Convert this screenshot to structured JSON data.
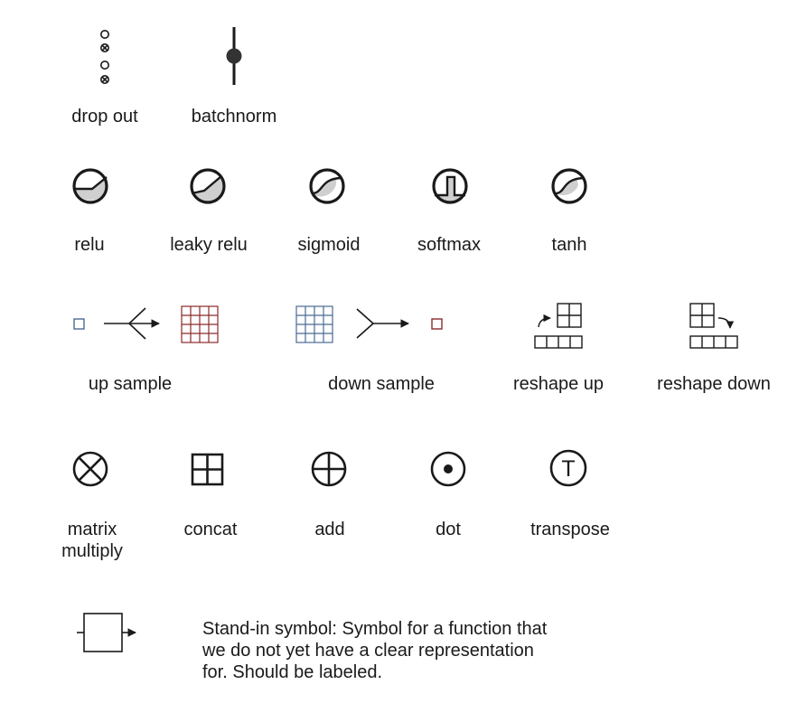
{
  "labels": {
    "drop_out": "drop out",
    "batchnorm": "batchnorm",
    "relu": "relu",
    "leaky_relu": "leaky relu",
    "sigmoid": "sigmoid",
    "softmax": "softmax",
    "tanh": "tanh",
    "up_sample": "up sample",
    "down_sample": "down sample",
    "reshape_up": "reshape up",
    "reshape_down": "reshape down",
    "matrix_multiply_line1": "matrix",
    "matrix_multiply_line2": "multiply",
    "concat": "concat",
    "add": "add",
    "dot": "dot",
    "transpose": "transpose",
    "transpose_glyph": "T"
  },
  "stand_in": {
    "line1": "Stand-in symbol: Symbol for a function that",
    "line2": "we do not yet have a clear representation",
    "line3": "for. Should be labeled."
  },
  "colors": {
    "stroke": "#1a1a1a",
    "fill_gray": "#d0d0d0",
    "blue_grid": "#4a6b94",
    "red_grid": "#8b2a2a"
  }
}
